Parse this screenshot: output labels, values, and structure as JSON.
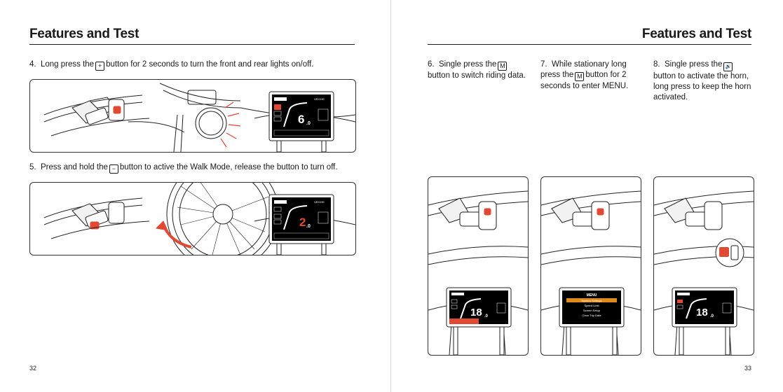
{
  "left": {
    "heading": "Features and Test",
    "step4": {
      "num": "4.",
      "pre": "Long press the",
      "icon": "+",
      "post": "button for 2 seconds to turn the front and rear lights on/off."
    },
    "step5": {
      "num": "5.",
      "pre": "Press and hold the",
      "icon": "−",
      "post": "button to active the Walk Mode, release the button to turn off."
    },
    "display4": {
      "speed": "6",
      "dec": ".0",
      "brand": "VEICHE"
    },
    "display5": {
      "speed": "2",
      "dec": ".0",
      "brand": "VEICHE"
    },
    "page_number": "32"
  },
  "right": {
    "heading": "Features and Test",
    "step6": {
      "num": "6.",
      "pre": "Single press the",
      "icon": "M",
      "post": "button to switch riding data."
    },
    "step7": {
      "num": "7.",
      "pre": "While stationary long press the",
      "icon": "M",
      "post": "button for 2 seconds to enter MENU."
    },
    "step8": {
      "num": "8.",
      "pre": "Single press the",
      "icon": "🔊",
      "post": "button to activate the horn, long press to keep the horn activated."
    },
    "display6": {
      "speed": "18",
      "dec": ".0"
    },
    "menu": {
      "title": "MENU",
      "items": [
        "System Settings",
        "Speed Limit",
        "Screen Setup",
        "Clear Trip Data"
      ]
    },
    "display8": {
      "speed": "18",
      "dec": ".0"
    },
    "page_number": "33"
  }
}
